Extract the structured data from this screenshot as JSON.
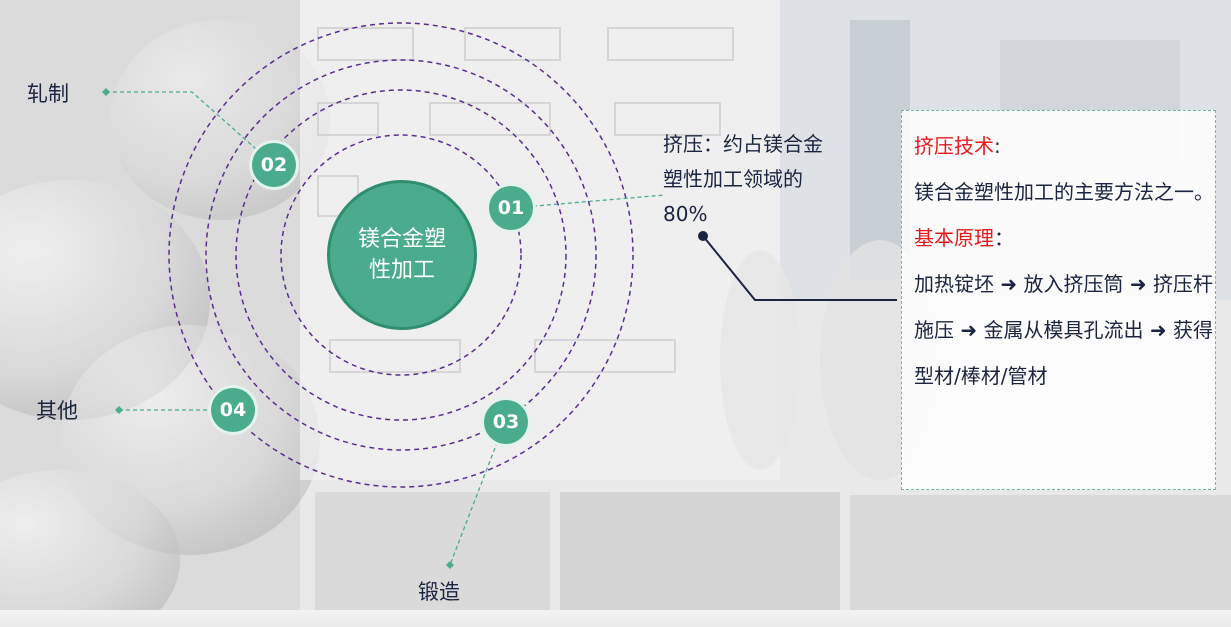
{
  "center_label": "镁合金塑性加工",
  "nodes": [
    {
      "num": "01",
      "label": "挤压：约占镁合金塑性加工领域的80%"
    },
    {
      "num": "02",
      "label": "轧制"
    },
    {
      "num": "03",
      "label": "锻造"
    },
    {
      "num": "04",
      "label": "其他"
    }
  ],
  "panel": {
    "title": "挤压技术",
    "title_colon": ":",
    "line1": "镁合金塑性加工的主要方法之一。",
    "principle_title": "基本原理",
    "principle_colon": "：",
    "steps": "加热锭坯 ➜ 放入挤压筒 ➜ 挤压杆施压 ➜ 金属从模具孔流出 ➜ 获得型材/棒材/管材"
  },
  "colors": {
    "accent": "#4aac8d",
    "ring": "#5b2d91",
    "highlight_red": "#e51a1a",
    "text": "#1b2440"
  }
}
